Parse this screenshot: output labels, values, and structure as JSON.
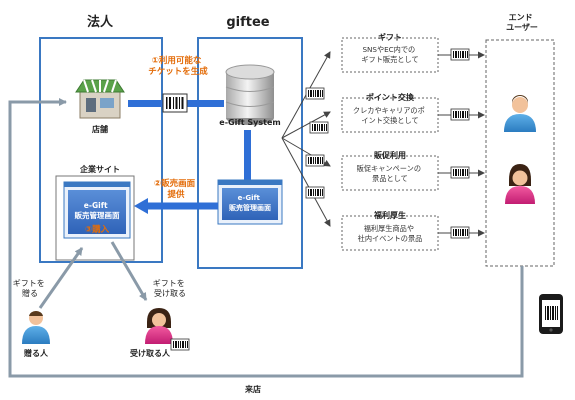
{
  "headers": {
    "corporation": "法人",
    "giftee": "giftee",
    "end_user": "エンド\nユーザー"
  },
  "corporation": {
    "store_label": "店舗",
    "corporate_site_label": "企業サイト",
    "window_title": "e-Gift\n販売管理画面",
    "purchase_step": "③購入"
  },
  "giftee": {
    "system_label": "e-Gift System",
    "window_title": "e-Gift\n販売管理画面"
  },
  "steps": {
    "step1": "①利用可能な\nチケットを生成",
    "step2": "②販売画面\n提供"
  },
  "actors": {
    "giver_note": "ギフトを\n贈る",
    "giver_label": "贈る人",
    "receiver_note": "ギフトを\n受け取る",
    "receiver_label": "受け取る人",
    "visit_label": "来店"
  },
  "services": [
    {
      "title": "ギフト",
      "desc": "SNSやEC内での\nギフト販売として"
    },
    {
      "title": "ポイント交換",
      "desc": "クレカやキャリアのポ\nイント交換として"
    },
    {
      "title": "販促利用",
      "desc": "販促キャンペーンの\n景品として"
    },
    {
      "title": "福利厚生",
      "desc": "福利厚生商品や\n社内イベントの景品"
    }
  ],
  "colors": {
    "accent_blue": "#2f6fd6",
    "frame_blue": "#3a78c2",
    "arrow_gray": "#8a9aa8",
    "orange": "#e36c09",
    "dashed": "#666666"
  }
}
